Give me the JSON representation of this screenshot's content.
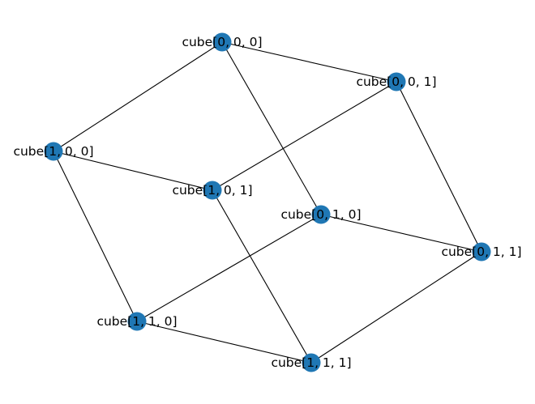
{
  "graph": {
    "node_color": "#1f77b4",
    "edge_color": "#000000",
    "label_color": "#000000",
    "nodes": [
      {
        "id": "000",
        "label": "cube[0, 0, 0]"
      },
      {
        "id": "001",
        "label": "cube[0, 0, 1]"
      },
      {
        "id": "100",
        "label": "cube[1, 0, 0]"
      },
      {
        "id": "101",
        "label": "cube[1, 0, 1]"
      },
      {
        "id": "010",
        "label": "cube[0, 1, 0]"
      },
      {
        "id": "011",
        "label": "cube[0, 1, 1]"
      },
      {
        "id": "110",
        "label": "cube[1, 1, 0]"
      },
      {
        "id": "111",
        "label": "cube[1, 1, 1]"
      }
    ],
    "edges": [
      [
        "000",
        "001"
      ],
      [
        "000",
        "100"
      ],
      [
        "000",
        "010"
      ],
      [
        "001",
        "101"
      ],
      [
        "001",
        "011"
      ],
      [
        "100",
        "101"
      ],
      [
        "100",
        "110"
      ],
      [
        "101",
        "111"
      ],
      [
        "010",
        "011"
      ],
      [
        "010",
        "110"
      ],
      [
        "011",
        "111"
      ],
      [
        "110",
        "111"
      ]
    ]
  }
}
